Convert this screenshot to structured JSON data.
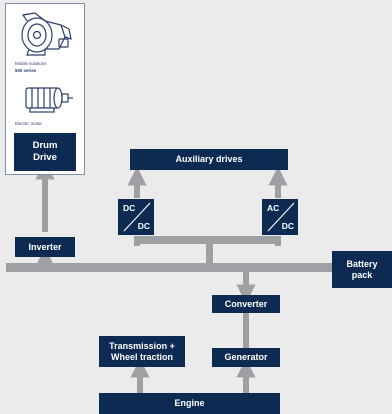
{
  "panel": {
    "mobile_label": "Mobile solutions",
    "series_label": "500 series",
    "motor_label": "Electric motor",
    "drum_drive": "Drum\nDrive"
  },
  "blocks": {
    "auxiliary_drives": "Auxiliary drives",
    "inverter": "Inverter",
    "battery_pack": "Battery\npack",
    "converter": "Converter",
    "generator": "Generator",
    "transmission": "Transmission +\nWheel traction",
    "engine": "Engine"
  },
  "converters": {
    "dc_dc": {
      "top": "DC",
      "bottom": "DC"
    },
    "ac_dc": {
      "top": "AC",
      "bottom": "DC"
    }
  },
  "colors": {
    "box": "#0d2a52",
    "bus": "#9ea0a3",
    "background": "#ebebeb"
  }
}
